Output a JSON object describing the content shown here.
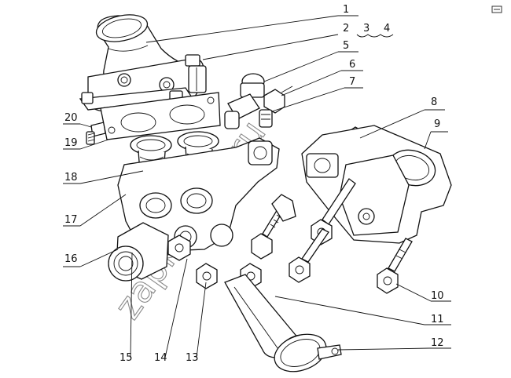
{
  "watermark": "zapkamaz.ru",
  "callouts": [
    "1",
    "2",
    "3",
    "4",
    "5",
    "6",
    "7",
    "8",
    "9",
    "10",
    "11",
    "12",
    "13",
    "14",
    "15",
    "16",
    "17",
    "18",
    "19",
    "20"
  ],
  "corner_icon": "fullscreen-toggle-icon"
}
